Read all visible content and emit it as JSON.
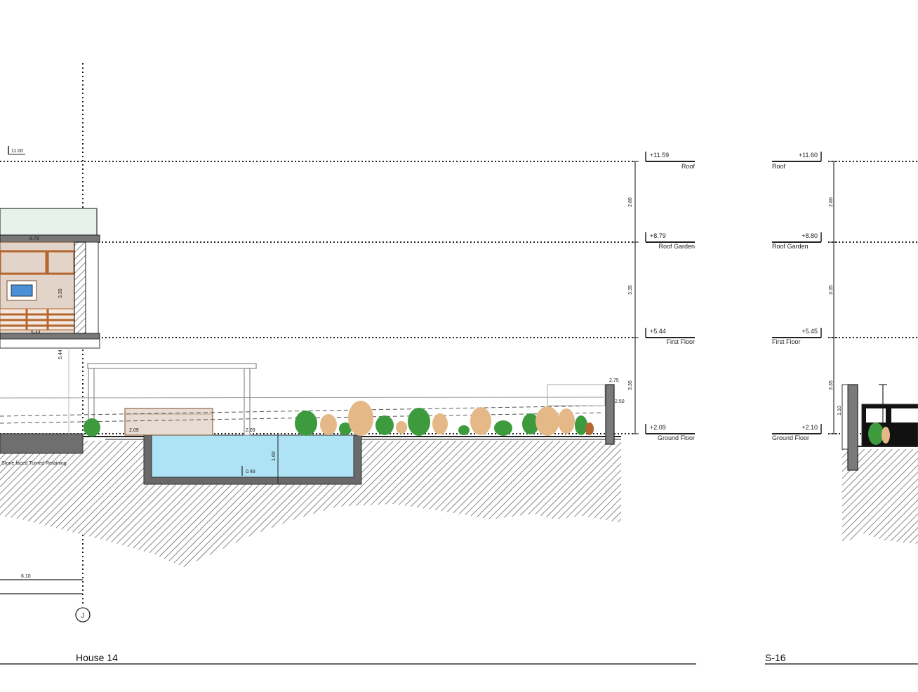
{
  "left_section": {
    "title": "House 14",
    "axis_label": "J",
    "top_marker": "11.00",
    "levels": {
      "roof": {
        "value": "+11.59",
        "name": "Roof"
      },
      "roof_garden": {
        "value": "+8.79",
        "name": "Roof Garden"
      },
      "first_floor": {
        "value": "+5.44",
        "name": "First Floor"
      },
      "ground_floor": {
        "value": "+2.09",
        "name": "Ground Floor"
      }
    },
    "dims": [
      "2.80",
      "3.35",
      "3.35"
    ],
    "annotations": {
      "house_top": "8.79",
      "house_inner": "5.44",
      "house_height": "3.35",
      "house_side": "5.44",
      "deck_left": "2.09",
      "deck_right": "2.09",
      "pool_bottom": "0.49",
      "pool_depth": "1.60",
      "wall_top": "2.75",
      "wall_mid": "2.50",
      "span": "6.10",
      "note": "Stone faced Turned Retaining"
    }
  },
  "right_section": {
    "title": "S-16",
    "levels": {
      "roof": {
        "value": "+11.60",
        "name": "Roof"
      },
      "roof_garden": {
        "value": "+8.80",
        "name": "Roof Garden"
      },
      "first_floor": {
        "value": "+5.45",
        "name": "First Floor"
      },
      "ground_floor": {
        "value": "+2.10",
        "name": "Ground Floor"
      }
    },
    "dims": [
      "2.80",
      "3.35",
      "3.35"
    ],
    "wall_dim": "1.10"
  },
  "colors": {
    "pool": "#aee3f5",
    "hatch": "#555555",
    "shrub_green": "#3d9a3d",
    "shrub_tan": "#e5b887",
    "timber": "#b5652e",
    "glass": "#e6f2ea"
  }
}
